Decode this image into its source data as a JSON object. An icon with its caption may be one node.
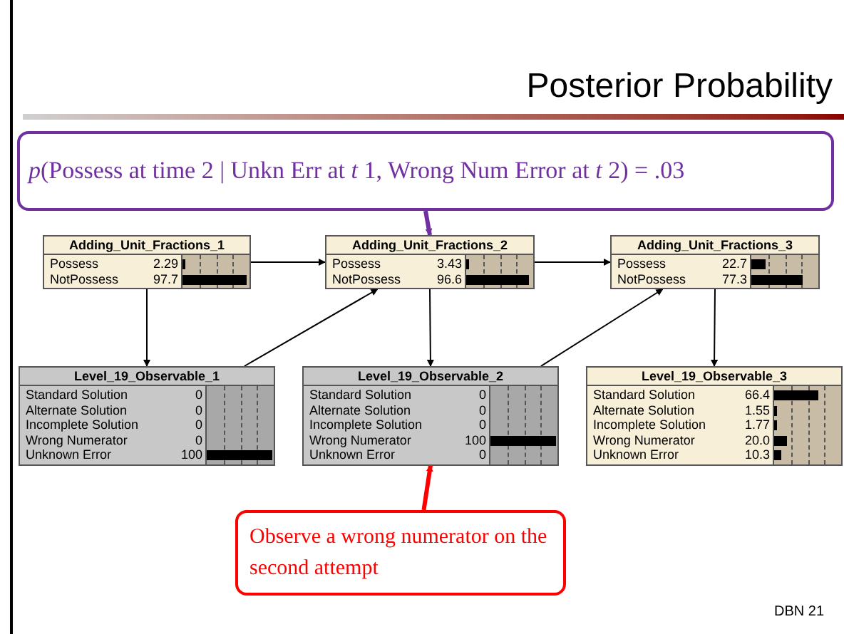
{
  "diagram": {
    "title": "Posterior Probability",
    "nodes": [
      {
        "text": [
          "*p*(Possess at time 2 | Unkn Err at *t* 1, Wrong Num Error at *t* 2) = .03"
        ]
      },
      {
        "text": [
          "Adding_Unit_Fractions_1",
          "Possess",
          "2.29",
          "NotPossess",
          "97.7"
        ]
      },
      {
        "text": [
          "Adding_Unit_Fractions_2",
          "Possess",
          "3.43",
          "NotPossess",
          "96.6"
        ]
      },
      {
        "text": [
          "Adding_Unit_Fractions_3",
          "Possess",
          "22.7",
          "NotPossess",
          "77.3"
        ]
      },
      {
        "text": [
          "Level_19_Observable_1",
          "Standard Solution",
          "0",
          "Alternate Solution",
          "0",
          "Incomplete Solution",
          "0",
          "Wrong Numerator",
          "0",
          "Unknown Error",
          "100"
        ]
      },
      {
        "text": [
          "Level_19_Observable_2",
          "Standard Solution",
          "0",
          "Alternate Solution",
          "0",
          "Incomplete Solution",
          "0",
          "Wrong Numerator",
          "100",
          "Unknown Error",
          "0"
        ]
      },
      {
        "text": [
          "Level_19_Observable_3",
          "Standard Solution",
          "66.4",
          "Alternate Solution",
          "1.55",
          "Incomplete Solution",
          "1.77",
          "Wrong Numerator",
          "20.0",
          "Unknown Error",
          "10.3"
        ]
      },
      {
        "text": [
          "Observe a wrong numerator on the second attempt"
        ]
      }
    ],
    "edges": [
      {
        "from": 0,
        "to": 2,
        "arrow": "to",
        "style": "thick",
        "color": "#7030a0"
      },
      {
        "from": 1,
        "to": 2,
        "arrow": "to"
      },
      {
        "from": 2,
        "to": 3,
        "arrow": "to"
      },
      {
        "from": 1,
        "to": 4,
        "arrow": "to"
      },
      {
        "from": 2,
        "to": 5,
        "arrow": "to"
      },
      {
        "from": 3,
        "to": 6,
        "arrow": "to"
      },
      {
        "from": 4,
        "to": 2,
        "arrow": "to"
      },
      {
        "from": 5,
        "to": 3,
        "arrow": "to"
      },
      {
        "from": 7,
        "to": 5,
        "arrow": "to",
        "style": "thick",
        "color": "#ff0000"
      }
    ],
    "labels": [
      "DBN 21"
    ]
  }
}
